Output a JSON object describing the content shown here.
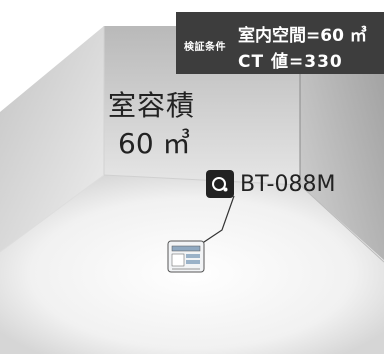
{
  "conditions": {
    "tag": "検証条件",
    "line1": "室内空間=60 ㎥",
    "line2": "CT 値=330"
  },
  "room": {
    "volume_label": "室容積",
    "volume_value": "60 ㎥"
  },
  "device": {
    "icon": "air-purifier-logo-icon",
    "model": "BT-088M"
  }
}
